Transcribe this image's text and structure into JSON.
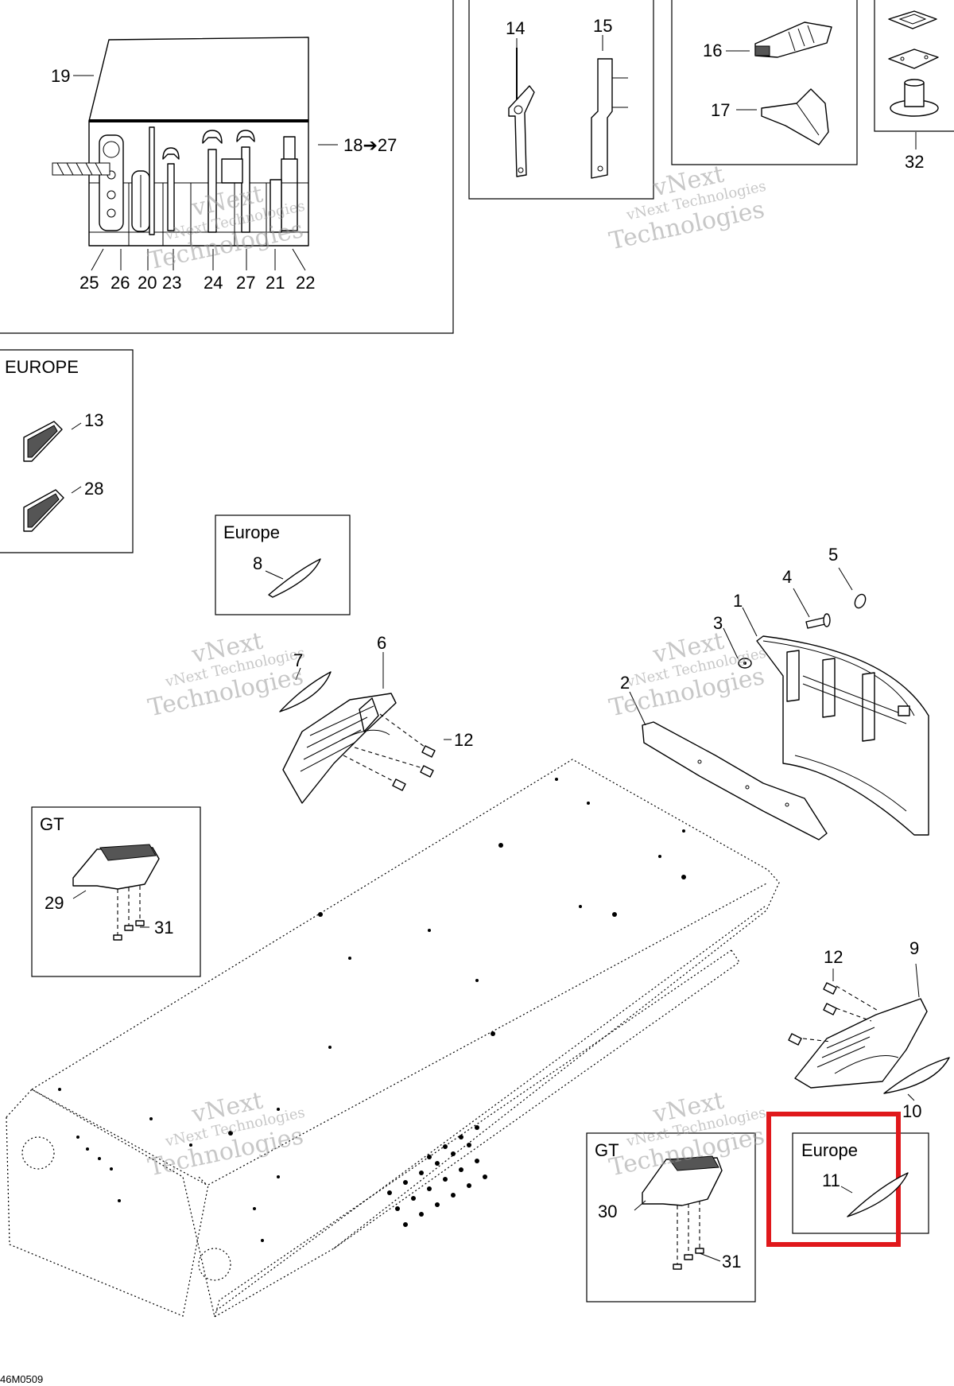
{
  "regions": {
    "europe_top": "EUROPE",
    "europe_8": "Europe",
    "gt_left": "GT",
    "gt_right": "GT",
    "europe_11": "Europe"
  },
  "callouts": {
    "c1": "1",
    "c2": "2",
    "c3": "3",
    "c4": "4",
    "c5": "5",
    "c6": "6",
    "c7": "7",
    "c8": "8",
    "c9": "9",
    "c10": "10",
    "c11": "11",
    "c12a": "12",
    "c12b": "12",
    "c13": "13",
    "c14": "14",
    "c15": "15",
    "c16": "16",
    "c17": "17",
    "c18_27": "18➔27",
    "c19": "19",
    "c20": "20",
    "c21": "21",
    "c22": "22",
    "c23": "23",
    "c24": "24",
    "c25": "25",
    "c26": "26",
    "c27": "27",
    "c28": "28",
    "c29": "29",
    "c30": "30",
    "c31a": "31",
    "c31b": "31",
    "c32": "32"
  },
  "watermark": {
    "line1": "vNext",
    "line2": "vNext Technologies",
    "line3": "Technologies"
  },
  "drawing_code": "46M0509",
  "highlight": {
    "color": "#e0181b",
    "target": "Europe 11"
  }
}
